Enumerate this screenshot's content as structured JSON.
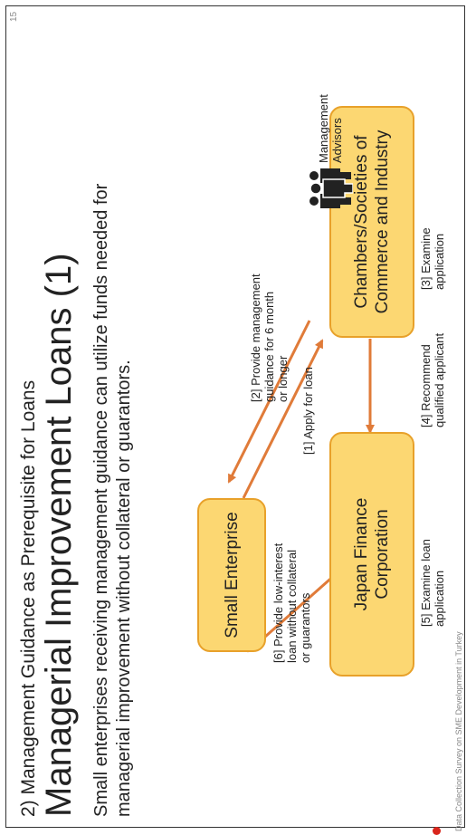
{
  "slide": {
    "subtitle": "2) Management Guidance as Prerequisite for Loans",
    "title": "Managerial Improvement Loans (1)",
    "description_lines": [
      "Small enterprises receiving management guidance can utilize funds needed for",
      "managerial improvement without collateral or guarantors."
    ],
    "page_number": "15",
    "footer": "Data Collection Survey on SME Development in Turkey"
  },
  "diagram": {
    "nodes": {
      "small_enterprise": [
        "Small Enterprise"
      ],
      "chambers": [
        "Chambers/Societies of",
        "Commerce and Industry"
      ],
      "jfc": [
        "Japan Finance",
        "Corporation"
      ],
      "advisors": [
        "Management",
        "Advisors"
      ]
    },
    "labels": {
      "step1": [
        "[1] Apply for loan"
      ],
      "step2": [
        "[2] Provide management",
        "guidance for 6 month",
        "or longer"
      ],
      "step3": [
        "[3] Examine",
        "application"
      ],
      "step4": [
        "[4] Recommend",
        "qualified applicant"
      ],
      "step5": [
        "[5] Examine loan",
        "application"
      ],
      "step6": [
        "[6] Provide low-interest",
        "loan without collateral",
        "or guarantors"
      ]
    },
    "colors": {
      "box_fill": "#fcd772",
      "box_border": "#e8a12a",
      "arrow": "#e07b39"
    },
    "icons": [
      "people-group-icon"
    ]
  }
}
